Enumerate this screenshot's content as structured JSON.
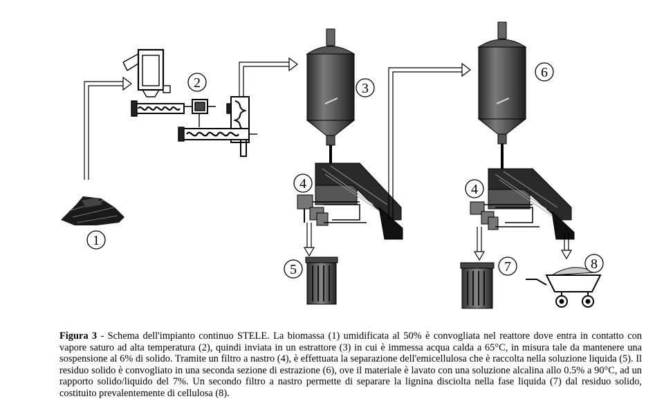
{
  "figure": {
    "markers": {
      "m1": "1",
      "m2": "2",
      "m3": "3",
      "m4a": "4",
      "m4b": "4",
      "m5": "5",
      "m6": "6",
      "m7": "7",
      "m8": "8"
    }
  },
  "caption": {
    "label": "Figura 3",
    "separator": " - ",
    "text": "Schema dell'impianto continuo STELE. La biomassa (1) umidificata al 50% è convogliata nel reattore dove entra in contatto con vapore saturo ad alta temperatura (2), quindi inviata in un estrattore (3) in cui è immessa acqua calda a 65°C, in misura tale da mantenere una sospensione al 6% di solido. Tramite un filtro a nastro (4), è effettuata la separazione dell'emicellulosa che è raccolta nella soluzione liquida (5). Il residuo solido è convogliato in una seconda sezione di estrazione (6), ove il materiale è lavato con una soluzione alcalina allo 0.5% a 90°C, ad un rapporto solido/liquido del 7%. Un secondo filtro a nastro permette di separare la lignina disciolta nella fase liquida (7) dal residuo solido, costituito prevalentemente di cellulosa (8)."
  }
}
